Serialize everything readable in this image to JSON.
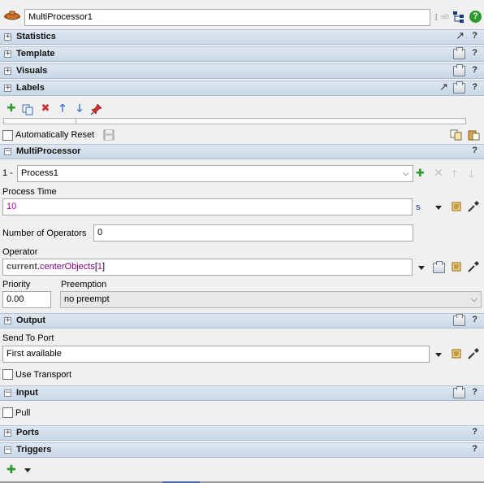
{
  "header": {
    "name_value": "MultiProcessor1"
  },
  "sections": {
    "statistics": "Statistics",
    "template": "Template",
    "visuals": "Visuals",
    "labels": "Labels",
    "multiprocessor": "MultiProcessor",
    "output": "Output",
    "input": "Input",
    "ports": "Ports",
    "triggers": "Triggers",
    "help": "?"
  },
  "labels_panel": {
    "auto_reset_label": "Automatically Reset",
    "auto_reset_checked": false
  },
  "multiprocessor": {
    "process_prefix": "1 -",
    "process_selected": "Process1",
    "process_time_label": "Process Time",
    "process_time_value": "10",
    "process_time_unit": "s",
    "num_operators_label": "Number of Operators",
    "num_operators_value": "0",
    "operator_label": "Operator",
    "operator_code": {
      "keyword": "current",
      "dot": ".",
      "method": "centerObjects",
      "bracket_open": "[",
      "index": "1",
      "bracket_close": "]"
    },
    "priority_label": "Priority",
    "priority_value": "0.00",
    "preemption_label": "Preemption",
    "preemption_value": "no preempt"
  },
  "output": {
    "send_to_port_label": "Send To Port",
    "send_to_port_value": "First available",
    "use_transport_label": "Use Transport",
    "use_transport_checked": false
  },
  "input": {
    "pull_label": "Pull",
    "pull_checked": false
  },
  "colors": {
    "section_bg": "#c9d7e6",
    "code_keyword": "#333333",
    "code_method": "#800080",
    "value_purple": "#b000b0",
    "add_green": "#2a9b2a",
    "delete_red": "#d23030",
    "arrow_blue": "#2a6ad1"
  }
}
